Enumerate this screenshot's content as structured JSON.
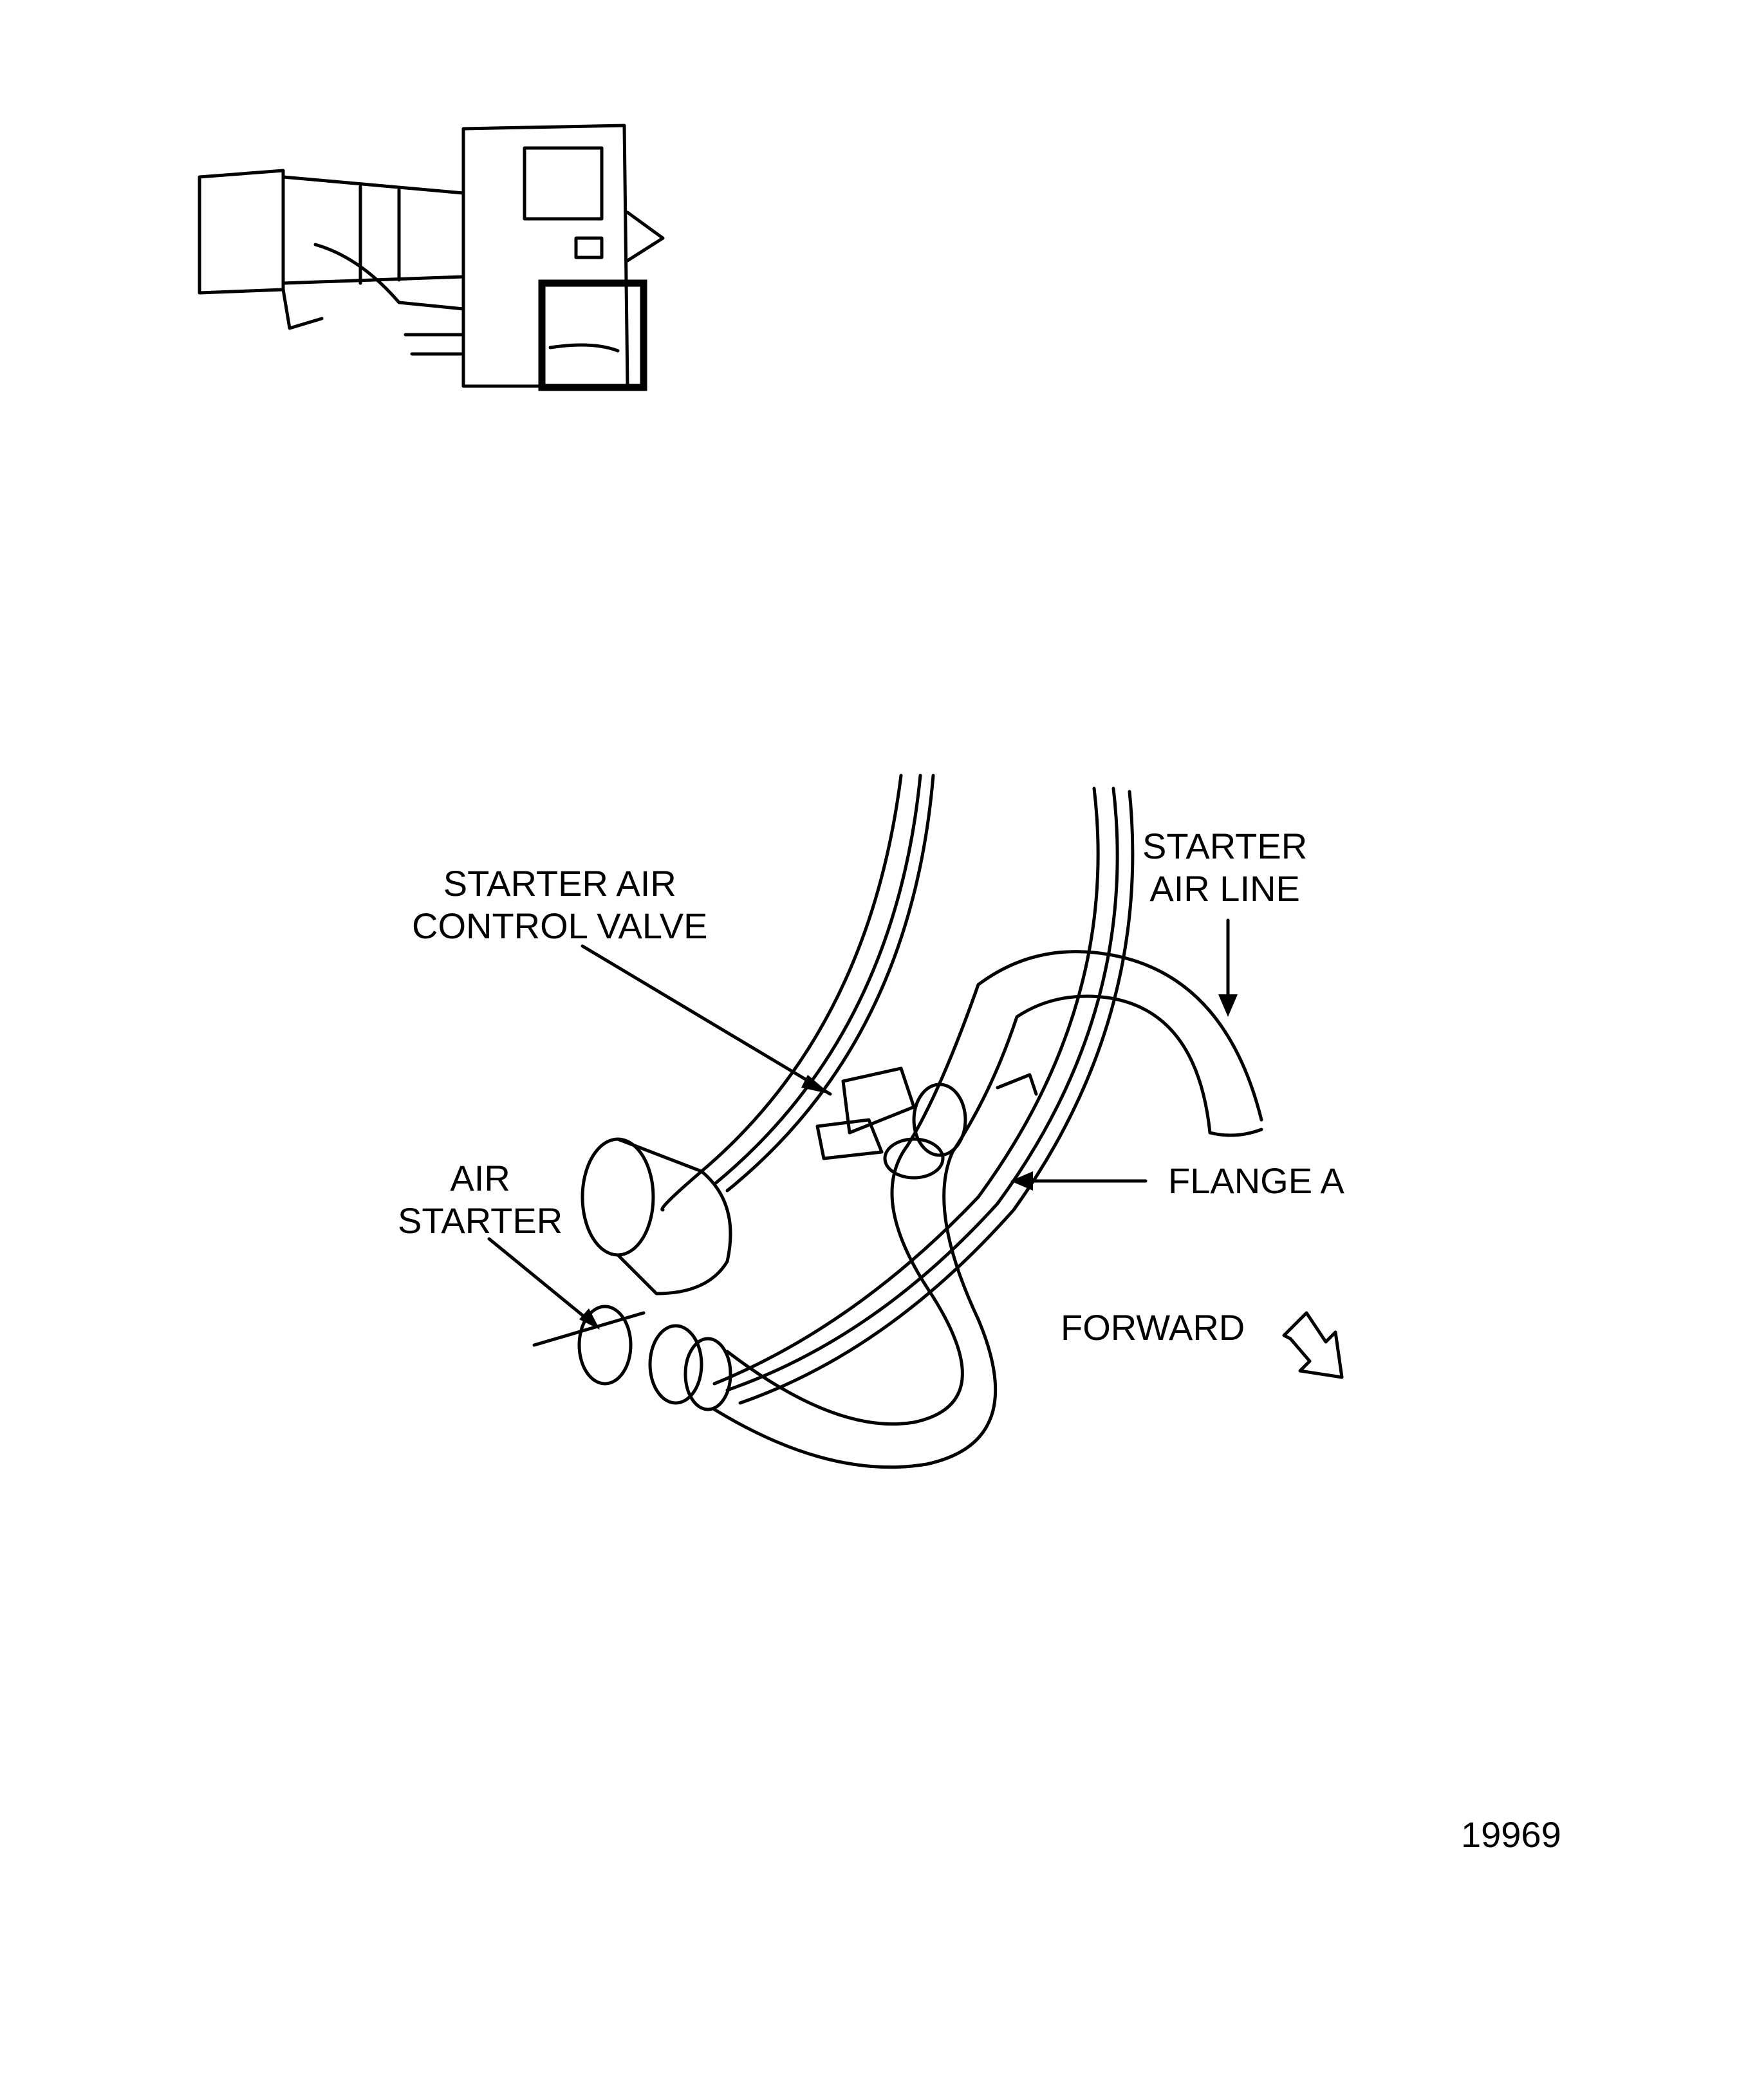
{
  "labels": {
    "control_valve": [
      "STARTER AIR",
      "CONTROL VALVE"
    ],
    "air_line": [
      "STARTER",
      "AIR LINE"
    ],
    "air_starter": [
      "AIR",
      "STARTER"
    ],
    "flange": "FLANGE A",
    "forward": "FORWARD"
  },
  "figure_number": "19969"
}
